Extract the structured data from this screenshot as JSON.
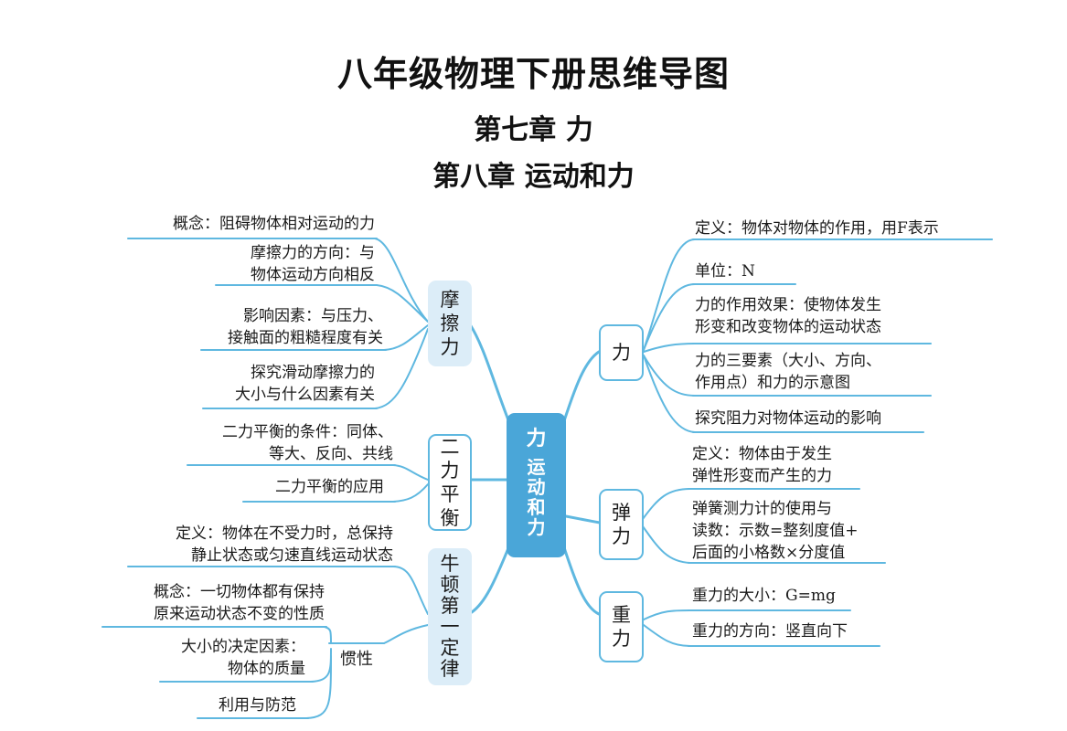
{
  "title": "八年级物理下册思维导图",
  "subtitle_1": "第七章  力",
  "subtitle_2": "第八章  运动和力",
  "colors": {
    "line": "#5fb8e0",
    "center_fill": "#4aa6d8",
    "node_fill": "#dcedf8"
  },
  "center": {
    "top": "力",
    "bottom": [
      "运",
      "动",
      "和",
      "力"
    ]
  },
  "left": {
    "friction": {
      "label": [
        "摩",
        "擦",
        "力"
      ],
      "items": [
        "概念：阻碍物体相对运动的力",
        "摩擦力的方向：与\n物体运动方向相反",
        "影响因素：与压力、\n接触面的粗糙程度有关",
        "探究滑动摩擦力的\n大小与什么因素有关"
      ]
    },
    "balance": {
      "label": [
        "二",
        "力",
        "平",
        "衡"
      ],
      "items": [
        "二力平衡的条件：同体、\n等大、反向、共线",
        "二力平衡的应用"
      ]
    },
    "newton": {
      "label": [
        "牛",
        "顿",
        "第",
        "一",
        "定",
        "律"
      ],
      "items": [
        "定义：物体在不受力时，总保持\n静止状态或匀速直线运动状态"
      ],
      "inertia": {
        "label": "惯性",
        "items": [
          "概念：一切物体都有保持\n原来运动状态不变的性质",
          "大小的决定因素：\n物体的质量",
          "利用与防范"
        ]
      }
    }
  },
  "right": {
    "force": {
      "label": [
        "力"
      ],
      "items": [
        "定义：物体对物体的作用，用F表示",
        "单位：N",
        "力的作用效果：使物体发生\n形变和改变物体的运动状态",
        "力的三要素（大小、方向、\n作用点）和力的示意图",
        "探究阻力对物体运动的影响"
      ]
    },
    "elastic": {
      "label": [
        "弹",
        "力"
      ],
      "items": [
        "定义：物体由于发生\n弹性形变而产生的力",
        "弹簧测力计的使用与\n读数：示数=整刻度值+\n后面的小格数×分度值"
      ]
    },
    "gravity": {
      "label": [
        "重",
        "力"
      ],
      "items": [
        "重力的大小：G=mg",
        "重力的方向：竖直向下"
      ]
    }
  }
}
